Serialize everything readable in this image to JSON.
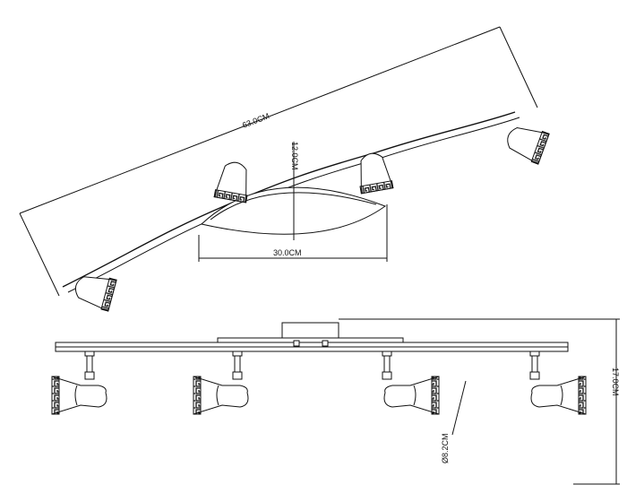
{
  "dimensions": {
    "overall_length": "63.0CM",
    "base_height": "12.0CM",
    "base_width": "30.0CM",
    "total_height": "17.0CM",
    "shade_diameter": "Ø8.2CM"
  }
}
